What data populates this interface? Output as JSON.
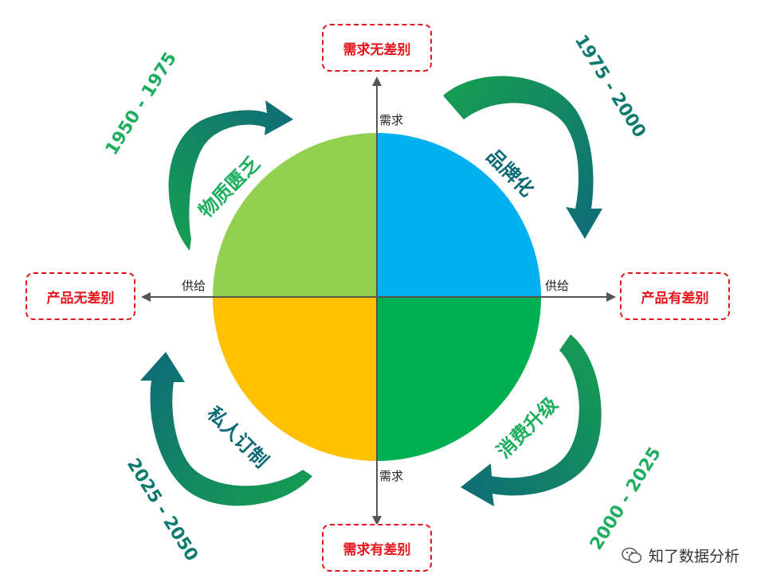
{
  "boxes": {
    "top": "需求无差别",
    "bottom": "需求有差别",
    "left": "产品无差别",
    "right": "产品有差别"
  },
  "axes": {
    "demand_top": "需求",
    "demand_bottom": "需求",
    "supply_left": "供给",
    "supply_right": "供给"
  },
  "quadrants": {
    "top_left": {
      "label": "物质匮乏",
      "period": "1950 - 1975",
      "color": "#92d050"
    },
    "top_right": {
      "label": "品牌化",
      "period": "1975 - 2000",
      "color": "#00b0f0"
    },
    "bottom_right": {
      "label": "消费升级",
      "period": "2000 - 2025",
      "color": "#00b050"
    },
    "bottom_left": {
      "label": "私人订制",
      "period": "2025 - 2050",
      "color": "#ffc000"
    }
  },
  "colors": {
    "arrow_light": "#16a050",
    "arrow_dark": "#0f6a78",
    "box_red": "#e4151c",
    "axis": "#555555",
    "text_green": "#1a9e5c",
    "text_teal": "#0f6a78"
  },
  "watermark": {
    "icon": "wechat-icon",
    "text": "知了数据分析"
  }
}
